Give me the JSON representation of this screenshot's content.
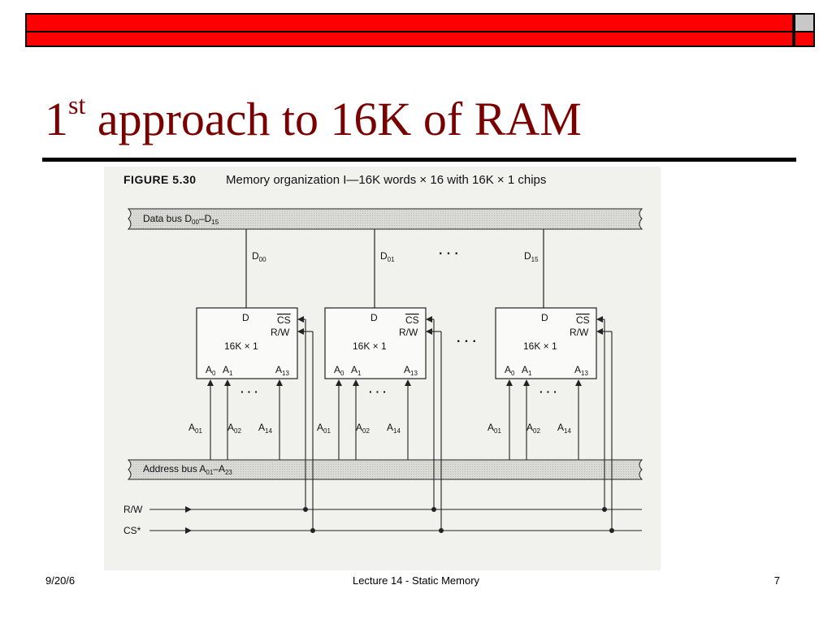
{
  "slide": {
    "title_main": "1",
    "title_sup": "st",
    "title_rest": " approach to 16K of RAM"
  },
  "figure": {
    "caption_label": "FIGURE 5.30",
    "caption_text": "Memory organization I—16K words × 16 with 16K × 1 chips",
    "data_bus": {
      "label": "Data bus D",
      "sub1": "00",
      "dash": "–D",
      "sub2": "15"
    },
    "address_bus": {
      "label": "Address bus A",
      "sub1": "01",
      "dash": "–A",
      "sub2": "23"
    },
    "ellipsis": "·  ·  ·",
    "chips": [
      {
        "data_line": "D",
        "data_line_sub": "00",
        "pin_d": "D",
        "pin_cs": "CS",
        "pin_rw": "R/W",
        "size": "16K × 1",
        "pin_a0": "A",
        "pin_a0_sub": "0",
        "pin_a1": "A",
        "pin_a1_sub": "1",
        "pin_a13": "A",
        "pin_a13_sub": "13",
        "addr_1": "A",
        "addr_1_sub": "01",
        "addr_2": "A",
        "addr_2_sub": "02",
        "addr_3": "A",
        "addr_3_sub": "14"
      },
      {
        "data_line": "D",
        "data_line_sub": "01",
        "pin_d": "D",
        "pin_cs": "CS",
        "pin_rw": "R/W",
        "size": "16K × 1",
        "pin_a0": "A",
        "pin_a0_sub": "0",
        "pin_a1": "A",
        "pin_a1_sub": "1",
        "pin_a13": "A",
        "pin_a13_sub": "13",
        "addr_1": "A",
        "addr_1_sub": "01",
        "addr_2": "A",
        "addr_2_sub": "02",
        "addr_3": "A",
        "addr_3_sub": "14"
      },
      {
        "data_line": "D",
        "data_line_sub": "15",
        "pin_d": "D",
        "pin_cs": "CS",
        "pin_rw": "R/W",
        "size": "16K × 1",
        "pin_a0": "A",
        "pin_a0_sub": "0",
        "pin_a1": "A",
        "pin_a1_sub": "1",
        "pin_a13": "A",
        "pin_a13_sub": "13",
        "addr_1": "A",
        "addr_1_sub": "01",
        "addr_2": "A",
        "addr_2_sub": "02",
        "addr_3": "A",
        "addr_3_sub": "14"
      }
    ],
    "rw_signal": "R/W",
    "cs_signal": "CS*"
  },
  "footer": {
    "date": "9/20/6",
    "center": "Lecture 14 - Static Memory",
    "page": "7"
  },
  "colors": {
    "header_bar": "#ff0000",
    "header_corner": "#c8c8c8",
    "title": "#7a0000"
  }
}
